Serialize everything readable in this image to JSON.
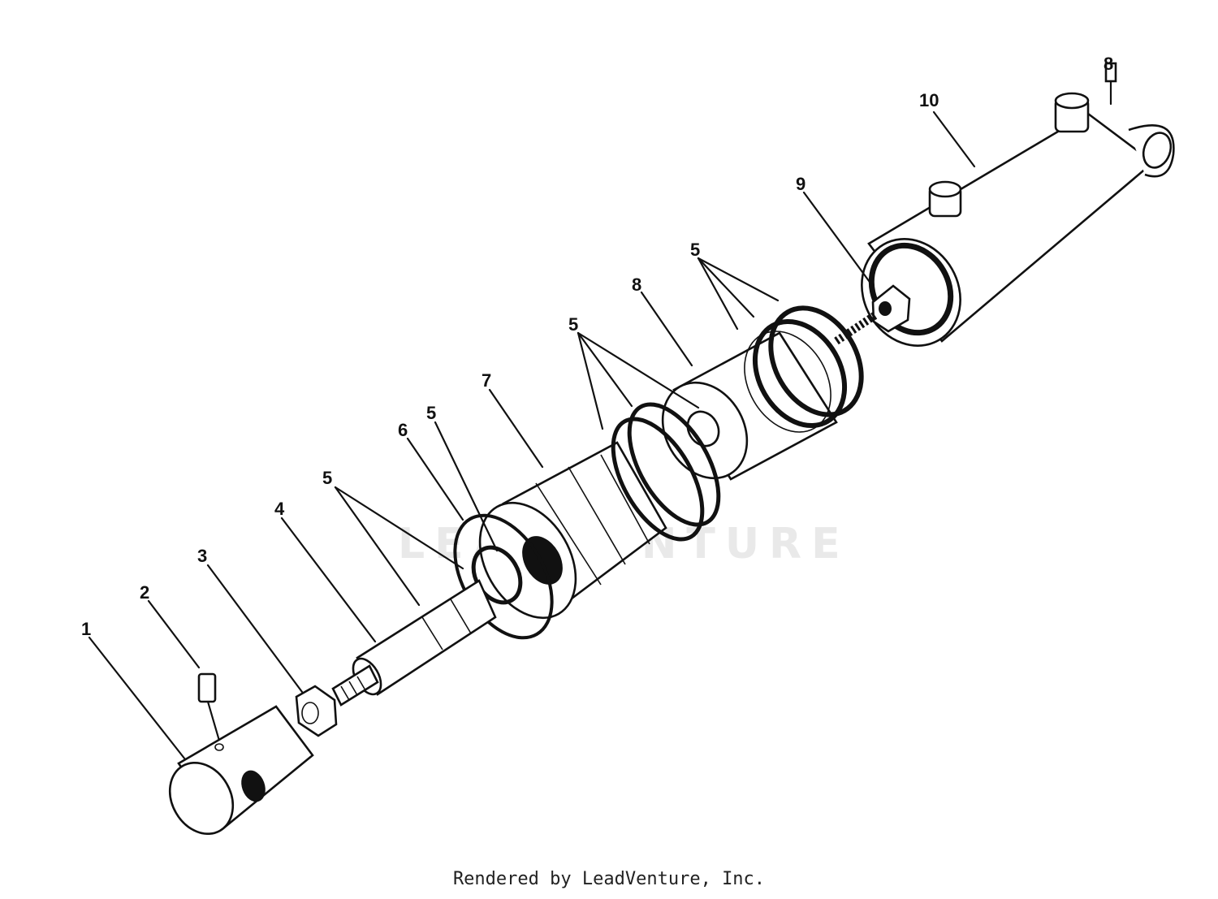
{
  "parts": [
    "1",
    "2",
    "3",
    "4",
    "5",
    "6",
    "7",
    "8",
    "9",
    "10"
  ],
  "callouts": {
    "l1": "1",
    "l2": "2",
    "l3": "3",
    "l4": "4",
    "l5a": "5",
    "l5b": "5",
    "l5c": "5",
    "l5d": "5",
    "l6": "6",
    "l7": "7",
    "l8": "8",
    "l9": "9",
    "l10": "10",
    "l8b": "8"
  },
  "watermark": "LEADVENTURE",
  "footer": "Rendered by LeadVenture, Inc."
}
